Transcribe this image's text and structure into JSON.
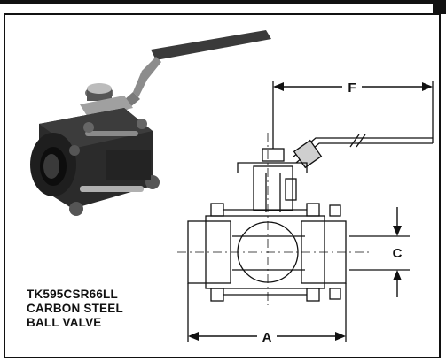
{
  "product": {
    "model": "TK595CSR66LL",
    "material_line": "CARBON STEEL",
    "type_line": "BALL VALVE"
  },
  "dimensions": {
    "a_label": "A",
    "c_label": "C",
    "f_label": "F"
  },
  "colors": {
    "ink": "#111111",
    "valve_body": "#2b2b2b",
    "steel": "#9a9a9a",
    "background": "#ffffff"
  }
}
